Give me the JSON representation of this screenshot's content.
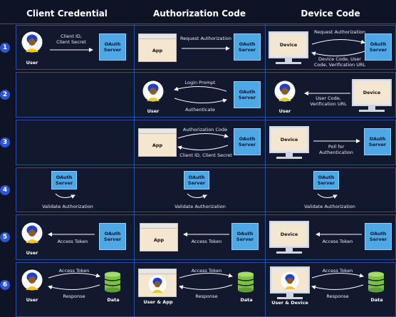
{
  "headers": [
    "Client Credential",
    "Authorization Code",
    "Device Code"
  ],
  "steps": [
    "1",
    "2",
    "3",
    "4",
    "5",
    "6"
  ],
  "entities": {
    "user": "User",
    "oauth_server": "OAuth\nServer",
    "app": "App",
    "device": "Device",
    "data": "Data",
    "user_app": "User & App",
    "user_device": "User & Device"
  },
  "labels": {
    "c1_client_id": "Client ID,\nClient Secret",
    "c2_request_auth": "Request Authorization",
    "c3_request_auth": "Request Authorization",
    "c3_device_code": "Device Code, User\nCode, Verification URL",
    "c2_login_prompt": "Login Prompt",
    "c2_authenticate": "Authenticate",
    "c3_user_code": "User Code,\nVerification URL",
    "c2_auth_code": "Authorization Code",
    "c2_client_id_secret": "Client ID, Client Secret",
    "c3_poll": "Poll for\nAuthentication",
    "validate": "Validate Authorization",
    "access_token": "Access Token",
    "response": "Response"
  }
}
